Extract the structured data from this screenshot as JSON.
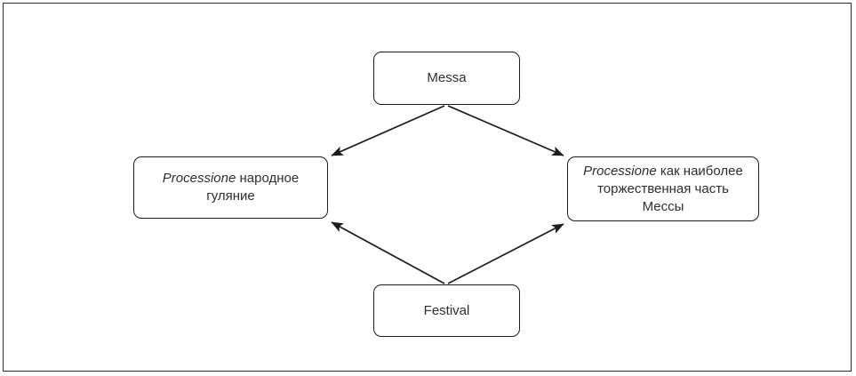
{
  "diagram": {
    "title_text": "",
    "border_color": "#2b2b2b",
    "node_border_color": "#1d1d1d",
    "node_fill_color": "#ffffff",
    "text_color": "#2e2e2e",
    "arrow_color": "#1d1d1d",
    "nodes": {
      "messa": {
        "label": "Messa"
      },
      "festival": {
        "label": "Festival"
      },
      "left": {
        "italic_part": "Processione",
        "rest_line1": " народное",
        "line2": "гуляние"
      },
      "right": {
        "italic_part": "Processione",
        "rest_line1": " как наиболее",
        "line2": "торжественная часть",
        "line3": "Мессы"
      }
    },
    "edges": [
      {
        "name": "messa-to-left",
        "from": "messa",
        "to": "left",
        "direction": "down-left",
        "arrowhead": "end"
      },
      {
        "name": "messa-to-right",
        "from": "messa",
        "to": "right",
        "direction": "down-right",
        "arrowhead": "end"
      },
      {
        "name": "festival-to-left",
        "from": "festival",
        "to": "left",
        "direction": "up-left",
        "arrowhead": "end"
      },
      {
        "name": "festival-to-right",
        "from": "festival",
        "to": "right",
        "direction": "up-right",
        "arrowhead": "end"
      }
    ]
  }
}
